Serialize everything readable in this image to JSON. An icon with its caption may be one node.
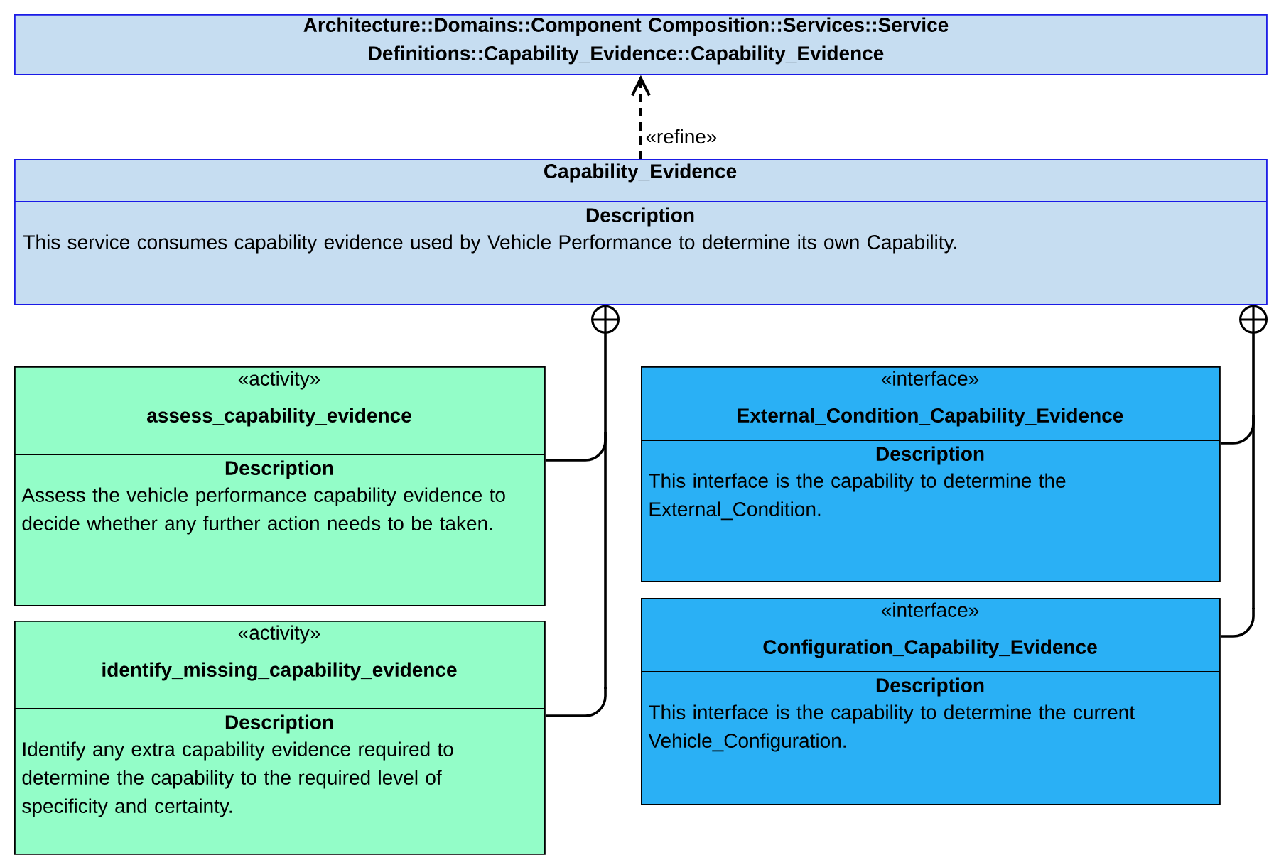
{
  "diagram": {
    "nodes": [
      {
        "text": [
          "Architecture::Domains::Component Composition::Services::Service Definitions::Capability_Evidence::Capability_Evidence"
        ]
      },
      {
        "text": [
          "Capability_Evidence",
          "Description",
          "This service consumes capability evidence used by Vehicle Performance to determine its own Capability."
        ]
      },
      {
        "text": [
          "«activity»",
          "assess_capability_evidence",
          "Description",
          "Assess the vehicle performance capability evidence to decide whether any further action needs to be taken."
        ]
      },
      {
        "text": [
          "«activity»",
          "identify_missing_capability_evidence",
          "Description",
          "Identify any extra capability evidence required to determine the capability to the required level of specificity and certainty."
        ]
      },
      {
        "text": [
          "«interface»",
          "External_Condition_Capability_Evidence",
          "Description",
          "This interface is the capability to determine the External_Condition."
        ]
      },
      {
        "text": [
          "«interface»",
          "Configuration_Capability_Evidence",
          "Description",
          "This interface is the capability to determine the current Vehicle_Configuration."
        ]
      }
    ],
    "edges": [
      {
        "from": 1,
        "to": 0,
        "arrow": "to",
        "label": "«refine»",
        "style": "dashed"
      },
      {
        "from": 2,
        "to": 1,
        "arrow": "other"
      },
      {
        "from": 3,
        "to": 1,
        "arrow": "other"
      },
      {
        "from": 4,
        "to": 1,
        "arrow": "other"
      },
      {
        "from": 5,
        "to": 1,
        "arrow": "other"
      }
    ]
  }
}
